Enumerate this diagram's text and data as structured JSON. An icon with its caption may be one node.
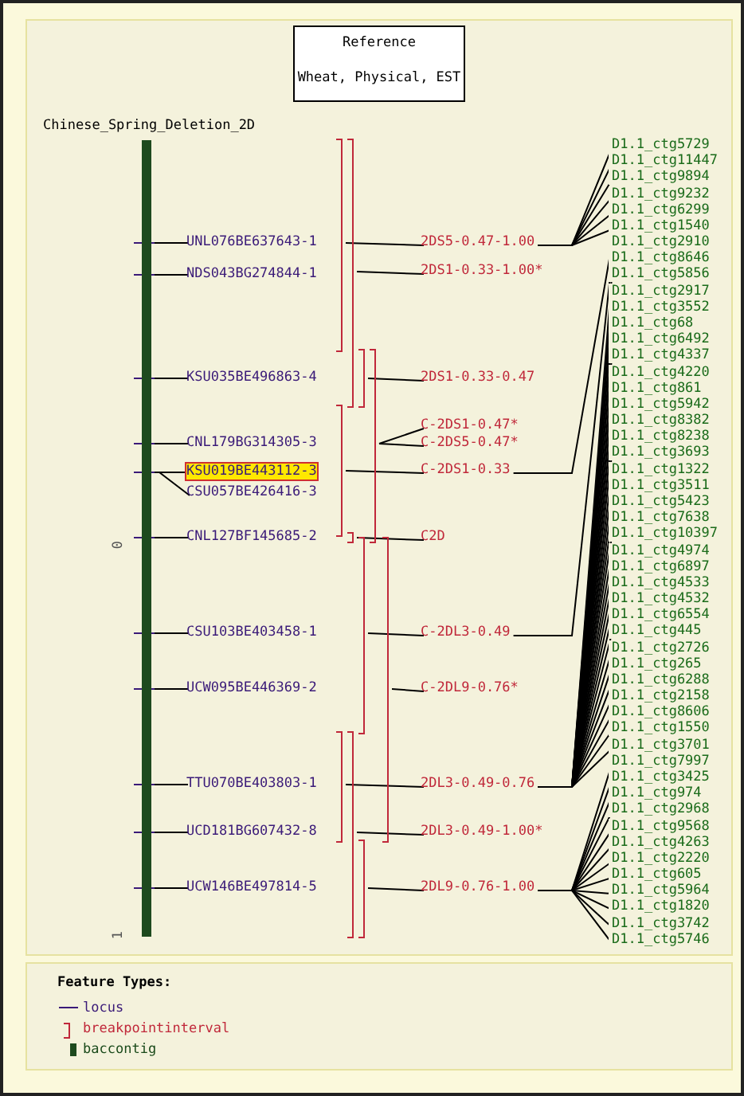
{
  "diagram": {
    "nodes": [
      {
        "text": [
          "Reference",
          "Wheat, Physical, EST"
        ]
      },
      {
        "text": [
          "Chinese_Spring_Deletion_2D"
        ]
      },
      {
        "text": [
          "UNL076BE637643-1"
        ]
      },
      {
        "text": [
          "NDS043BG274844-1"
        ]
      },
      {
        "text": [
          "KSU035BE496863-4"
        ]
      },
      {
        "text": [
          "CNL179BG314305-3"
        ]
      },
      {
        "text": [
          "KSU019BE443112-3"
        ]
      },
      {
        "text": [
          "CSU057BE426416-3"
        ]
      },
      {
        "text": [
          "CNL127BF145685-2"
        ]
      },
      {
        "text": [
          "CSU103BE403458-1"
        ]
      },
      {
        "text": [
          "UCW095BE446369-2"
        ]
      },
      {
        "text": [
          "TTU070BE403803-1"
        ]
      },
      {
        "text": [
          "UCD181BG607432-8"
        ]
      },
      {
        "text": [
          "UCW146BE497814-5"
        ]
      },
      {
        "text": [],
        "shape": "bracket"
      },
      {
        "text": [],
        "shape": "bracket"
      },
      {
        "text": [],
        "shape": "bracket"
      },
      {
        "text": [],
        "shape": "bracket"
      },
      {
        "text": [],
        "shape": "bracket"
      },
      {
        "text": [],
        "shape": "bracket"
      },
      {
        "text": [],
        "shape": "bracket"
      },
      {
        "text": [],
        "shape": "bracket"
      },
      {
        "text": [],
        "shape": "bracket"
      },
      {
        "text": [],
        "shape": "bracket"
      },
      {
        "text": [],
        "shape": "bracket"
      },
      {
        "text": [
          "2DS5-0.47-1.00"
        ]
      },
      {
        "text": [
          "2DS1-0.33-1.00*"
        ]
      },
      {
        "text": [
          "2DS1-0.33-0.47"
        ]
      },
      {
        "text": [
          "C-2DS1-0.47*"
        ]
      },
      {
        "text": [
          "C-2DS5-0.47*"
        ]
      },
      {
        "text": [
          "C-2DS1-0.33"
        ]
      },
      {
        "text": [
          "C2D"
        ]
      },
      {
        "text": [
          "C-2DL3-0.49"
        ]
      },
      {
        "text": [
          "C-2DL9-0.76*"
        ]
      },
      {
        "text": [
          "2DL3-0.49-0.76"
        ]
      },
      {
        "text": [
          "2DL3-0.49-1.00*"
        ]
      },
      {
        "text": [
          "2DL9-0.76-1.00"
        ]
      },
      {
        "text": [
          "D1.1_ctg5729"
        ]
      },
      {
        "text": [
          "D1.1_ctg11447"
        ]
      },
      {
        "text": [
          "D1.1_ctg9894"
        ]
      },
      {
        "text": [
          "D1.1_ctg9232"
        ]
      },
      {
        "text": [
          "D1.1_ctg6299"
        ]
      },
      {
        "text": [
          "D1.1_ctg1540"
        ]
      },
      {
        "text": [
          "D1.1_ctg2910"
        ]
      },
      {
        "text": [
          "D1.1_ctg8646"
        ]
      },
      {
        "text": [
          "D1.1_ctg5856"
        ]
      },
      {
        "text": [
          "D1.1_ctg2917"
        ]
      },
      {
        "text": [
          "D1.1_ctg3552"
        ]
      },
      {
        "text": [
          "D1.1_ctg68"
        ]
      },
      {
        "text": [
          "D1.1_ctg6492"
        ]
      },
      {
        "text": [
          "D1.1_ctg4337"
        ]
      },
      {
        "text": [
          "D1.1_ctg4220"
        ]
      },
      {
        "text": [
          "D1.1_ctg861"
        ]
      },
      {
        "text": [
          "D1.1_ctg5942"
        ]
      },
      {
        "text": [
          "D1.1_ctg8382"
        ]
      },
      {
        "text": [
          "D1.1_ctg8238"
        ]
      },
      {
        "text": [
          "D1.1_ctg3693"
        ]
      },
      {
        "text": [
          "D1.1_ctg1322"
        ]
      },
      {
        "text": [
          "D1.1_ctg3511"
        ]
      },
      {
        "text": [
          "D1.1_ctg5423"
        ]
      },
      {
        "text": [
          "D1.1_ctg7638"
        ]
      },
      {
        "text": [
          "D1.1_ctg10397"
        ]
      },
      {
        "text": [
          "D1.1_ctg4974"
        ]
      },
      {
        "text": [
          "D1.1_ctg6897"
        ]
      },
      {
        "text": [
          "D1.1_ctg4533"
        ]
      },
      {
        "text": [
          "D1.1_ctg4532"
        ]
      },
      {
        "text": [
          "D1.1_ctg6554"
        ]
      },
      {
        "text": [
          "D1.1_ctg445"
        ]
      },
      {
        "text": [
          "D1.1_ctg2726"
        ]
      },
      {
        "text": [
          "D1.1_ctg265"
        ]
      },
      {
        "text": [
          "D1.1_ctg6288"
        ]
      },
      {
        "text": [
          "D1.1_ctg2158"
        ]
      },
      {
        "text": [
          "D1.1_ctg8606"
        ]
      },
      {
        "text": [
          "D1.1_ctg1550"
        ]
      },
      {
        "text": [
          "D1.1_ctg3701"
        ]
      },
      {
        "text": [
          "D1.1_ctg7997"
        ]
      },
      {
        "text": [
          "D1.1_ctg3425"
        ]
      },
      {
        "text": [
          "D1.1_ctg974"
        ]
      },
      {
        "text": [
          "D1.1_ctg2968"
        ]
      },
      {
        "text": [
          "D1.1_ctg9568"
        ]
      },
      {
        "text": [
          "D1.1_ctg4263"
        ]
      },
      {
        "text": [
          "D1.1_ctg2220"
        ]
      },
      {
        "text": [
          "D1.1_ctg605"
        ]
      },
      {
        "text": [
          "D1.1_ctg5964"
        ]
      },
      {
        "text": [
          "D1.1_ctg1820"
        ]
      },
      {
        "text": [
          "D1.1_ctg3742"
        ]
      },
      {
        "text": [
          "D1.1_ctg5746"
        ]
      }
    ],
    "edges": [
      {
        "from": 1,
        "to": 2,
        "arrow": "none"
      },
      {
        "from": 1,
        "to": 3,
        "arrow": "none"
      },
      {
        "from": 1,
        "to": 4,
        "arrow": "none"
      },
      {
        "from": 1,
        "to": 5,
        "arrow": "none"
      },
      {
        "from": 1,
        "to": 6,
        "arrow": "none"
      },
      {
        "from": 1,
        "to": 7,
        "arrow": "none"
      },
      {
        "from": 1,
        "to": 8,
        "arrow": "none"
      },
      {
        "from": 1,
        "to": 9,
        "arrow": "none"
      },
      {
        "from": 1,
        "to": 10,
        "arrow": "none"
      },
      {
        "from": 1,
        "to": 11,
        "arrow": "none"
      },
      {
        "from": 1,
        "to": 12,
        "arrow": "none"
      },
      {
        "from": 1,
        "to": 13,
        "arrow": "none"
      },
      {
        "from": 14,
        "to": 25,
        "arrow": "none"
      },
      {
        "from": 15,
        "to": 26,
        "arrow": "none"
      },
      {
        "from": 16,
        "to": 27,
        "arrow": "none"
      },
      {
        "from": 17,
        "to": 28,
        "arrow": "none"
      },
      {
        "from": 17,
        "to": 29,
        "arrow": "none"
      },
      {
        "from": 18,
        "to": 30,
        "arrow": "none"
      },
      {
        "from": 19,
        "to": 31,
        "arrow": "none"
      },
      {
        "from": 20,
        "to": 32,
        "arrow": "none"
      },
      {
        "from": 21,
        "to": 33,
        "arrow": "none"
      },
      {
        "from": 22,
        "to": 34,
        "arrow": "none"
      },
      {
        "from": 23,
        "to": 35,
        "arrow": "none"
      },
      {
        "from": 24,
        "to": 36,
        "arrow": "none"
      },
      {
        "from": 25,
        "to": 37,
        "arrow": "none"
      },
      {
        "from": 25,
        "to": 38,
        "arrow": "none"
      },
      {
        "from": 25,
        "to": 39,
        "arrow": "none"
      },
      {
        "from": 25,
        "to": 40,
        "arrow": "none"
      },
      {
        "from": 25,
        "to": 41,
        "arrow": "none"
      },
      {
        "from": 25,
        "to": 42,
        "arrow": "none"
      },
      {
        "from": 30,
        "to": 43,
        "arrow": "none"
      },
      {
        "from": 32,
        "to": 44,
        "arrow": "none"
      },
      {
        "from": 34,
        "to": 45,
        "arrow": "none"
      },
      {
        "from": 34,
        "to": 46,
        "arrow": "none"
      },
      {
        "from": 34,
        "to": 47,
        "arrow": "none"
      },
      {
        "from": 34,
        "to": 48,
        "arrow": "none"
      },
      {
        "from": 34,
        "to": 49,
        "arrow": "none"
      },
      {
        "from": 34,
        "to": 50,
        "arrow": "none"
      },
      {
        "from": 34,
        "to": 51,
        "arrow": "none"
      },
      {
        "from": 34,
        "to": 52,
        "arrow": "none"
      },
      {
        "from": 34,
        "to": 53,
        "arrow": "none"
      },
      {
        "from": 34,
        "to": 54,
        "arrow": "none"
      },
      {
        "from": 34,
        "to": 55,
        "arrow": "none"
      },
      {
        "from": 34,
        "to": 56,
        "arrow": "none"
      },
      {
        "from": 34,
        "to": 57,
        "arrow": "none"
      },
      {
        "from": 34,
        "to": 58,
        "arrow": "none"
      },
      {
        "from": 34,
        "to": 59,
        "arrow": "none"
      },
      {
        "from": 34,
        "to": 60,
        "arrow": "none"
      },
      {
        "from": 34,
        "to": 61,
        "arrow": "none"
      },
      {
        "from": 34,
        "to": 62,
        "arrow": "none"
      },
      {
        "from": 34,
        "to": 63,
        "arrow": "none"
      },
      {
        "from": 34,
        "to": 64,
        "arrow": "none"
      },
      {
        "from": 34,
        "to": 65,
        "arrow": "none"
      },
      {
        "from": 34,
        "to": 66,
        "arrow": "none"
      },
      {
        "from": 34,
        "to": 67,
        "arrow": "none"
      },
      {
        "from": 34,
        "to": 68,
        "arrow": "none"
      },
      {
        "from": 34,
        "to": 69,
        "arrow": "none"
      },
      {
        "from": 34,
        "to": 70,
        "arrow": "none"
      },
      {
        "from": 34,
        "to": 71,
        "arrow": "none"
      },
      {
        "from": 34,
        "to": 72,
        "arrow": "none"
      },
      {
        "from": 34,
        "to": 73,
        "arrow": "none"
      },
      {
        "from": 34,
        "to": 74,
        "arrow": "none"
      },
      {
        "from": 36,
        "to": 75,
        "arrow": "none"
      },
      {
        "from": 36,
        "to": 76,
        "arrow": "none"
      },
      {
        "from": 36,
        "to": 77,
        "arrow": "none"
      },
      {
        "from": 36,
        "to": 78,
        "arrow": "none"
      },
      {
        "from": 36,
        "to": 79,
        "arrow": "none"
      },
      {
        "from": 36,
        "to": 80,
        "arrow": "none"
      },
      {
        "from": 36,
        "to": 81,
        "arrow": "none"
      },
      {
        "from": 36,
        "to": 82,
        "arrow": "none"
      },
      {
        "from": 36,
        "to": 83,
        "arrow": "none"
      },
      {
        "from": 36,
        "to": 84,
        "arrow": "none"
      },
      {
        "from": 36,
        "to": 85,
        "arrow": "none"
      },
      {
        "from": 36,
        "to": 86,
        "arrow": "none"
      }
    ],
    "labels": [
      "0",
      "1",
      "Feature Types:"
    ],
    "legend": [
      {
        "text": "locus"
      },
      {
        "text": "breakpointinterval"
      },
      {
        "text": "baccontig",
        "color": "#1e4a1e"
      }
    ]
  }
}
